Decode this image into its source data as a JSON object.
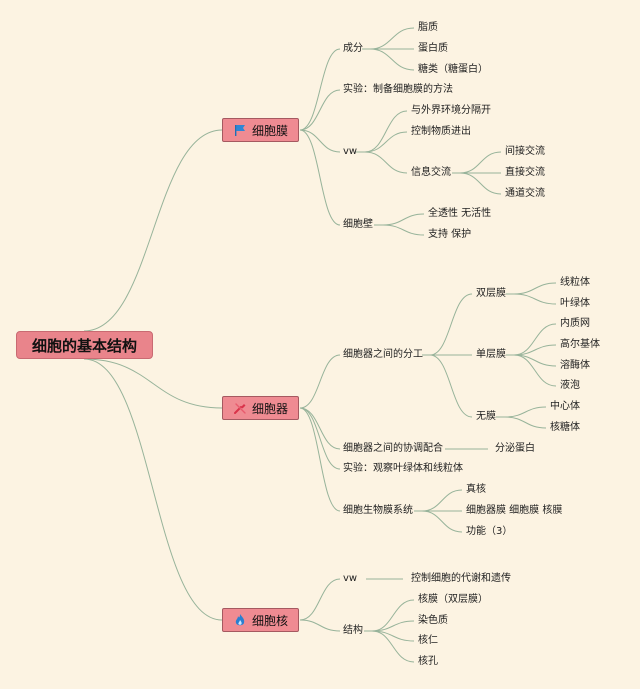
{
  "root": "细胞的基本结构",
  "membrane": {
    "title": "细胞膜",
    "composition": {
      "label": "成分",
      "items": [
        "脂质",
        "蛋白质",
        "糖类（糖蛋白）"
      ]
    },
    "experiment": "实验：制备细胞膜的方法",
    "function": {
      "label": "vw",
      "items": [
        "与外界环境分隔开",
        "控制物质进出"
      ],
      "info": {
        "label": "信息交流",
        "items": [
          "间接交流",
          "直接交流",
          "通道交流"
        ]
      }
    },
    "wall": {
      "label": "细胞壁",
      "items": [
        "全透性 无活性",
        "支持 保护"
      ]
    }
  },
  "organelle": {
    "title": "细胞器",
    "division": {
      "label": "细胞器之间的分工",
      "double": {
        "label": "双层膜",
        "items": [
          "线粒体",
          "叶绿体"
        ]
      },
      "single": {
        "label": "单层膜",
        "items": [
          "内质网",
          "高尔基体",
          "溶酶体",
          "液泡"
        ]
      },
      "none": {
        "label": "无膜",
        "items": [
          "中心体",
          "核糖体"
        ]
      }
    },
    "coop": {
      "label": "细胞器之间的协调配合",
      "item": "分泌蛋白"
    },
    "experiment": "实验：观察叶绿体和线粒体",
    "system": {
      "label": "细胞生物膜系统",
      "items": [
        "真核",
        "细胞器膜 细胞膜 核膜",
        "功能（3）"
      ]
    }
  },
  "nucleus": {
    "title": "细胞核",
    "function": {
      "label": "vw",
      "item": "控制细胞的代谢和遗传"
    },
    "structure": {
      "label": "结构",
      "items": [
        "核膜（双层膜）",
        "染色质",
        "核仁",
        "核孔"
      ]
    }
  },
  "colors": {
    "line": "#97b39a",
    "root_fill": "#e9848b",
    "branch_fill": "#ef8b92",
    "background": "#fcf3e2"
  },
  "icons": {
    "membrane": "flag-icon",
    "organelle": "tools-icon",
    "nucleus": "flame-icon"
  }
}
